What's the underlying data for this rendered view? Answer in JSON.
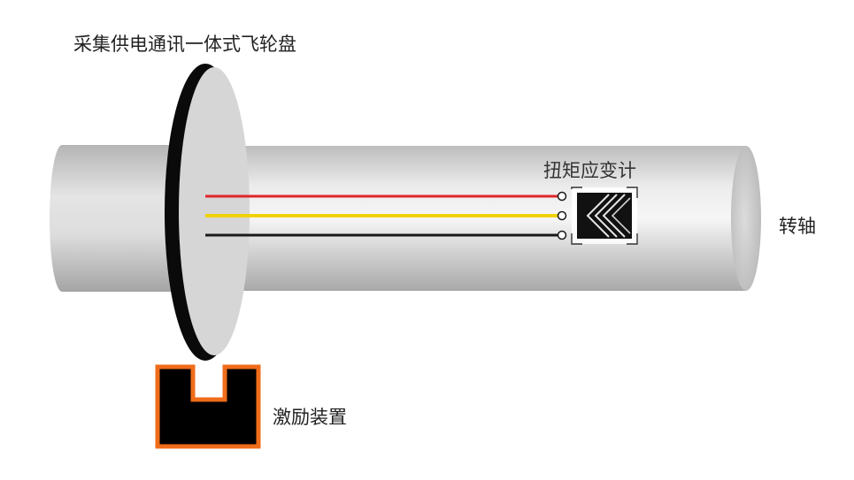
{
  "labels": {
    "flywheel": "采集供电通讯一体式飞轮盘",
    "strain_gauge": "扭矩应变计",
    "shaft": "转轴",
    "exciter": "激励装置"
  },
  "colors": {
    "wire_top": "#e0262b",
    "wire_middle": "#f0d20a",
    "wire_bottom": "#1a1a1a",
    "exciter_fill": "#000000",
    "exciter_border": "#ef6c1a",
    "flywheel_face": "#d6d6d6",
    "flywheel_rim": "#0a0a0a",
    "shaft_base": "#c8c8c8"
  }
}
